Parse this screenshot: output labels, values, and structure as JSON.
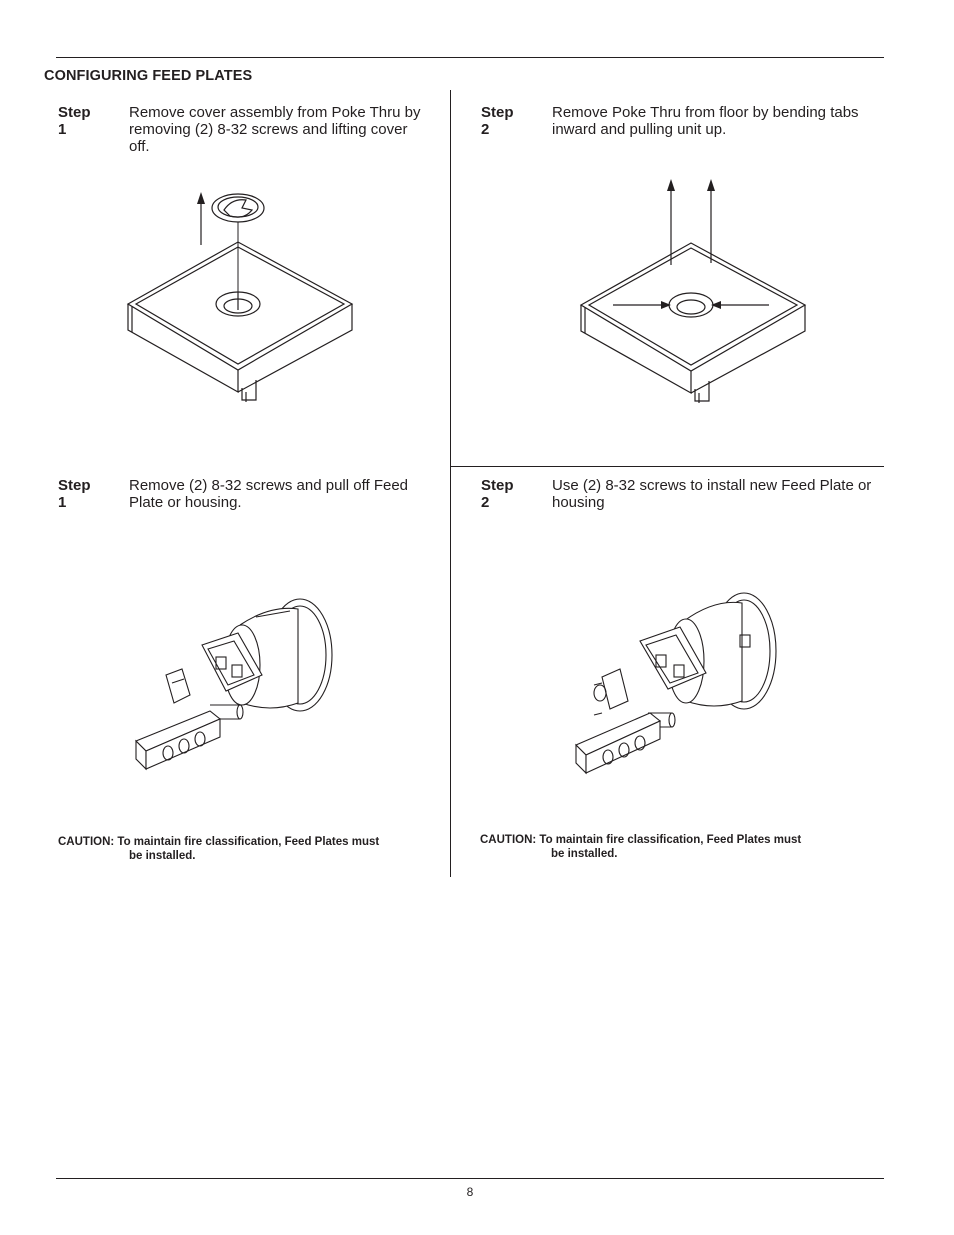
{
  "section_title": "CONFIGURING FEED PLATES",
  "steps": [
    {
      "label": "Step 1",
      "text": "Remove cover assembly from Poke Thru by removing (2) 8-32 screws and lifting cover off."
    },
    {
      "label": "Step 2",
      "text": "Remove Poke Thru from floor by bending tabs inward and pulling unit up."
    },
    {
      "label": "Step 1",
      "text": "Remove (2) 8-32 screws and pull off Feed Plate or housing."
    },
    {
      "label": "Step 2",
      "text": "Use (2) 8-32 screws to install new Feed Plate or housing"
    }
  ],
  "cautions": [
    {
      "line1": "CAUTION:  To maintain fire classification, Feed Plates must",
      "line2": "be installed."
    },
    {
      "line1": "CAUTION:  To maintain fire classification, Feed Plates must",
      "line2": "be installed."
    }
  ],
  "page_number": "8"
}
